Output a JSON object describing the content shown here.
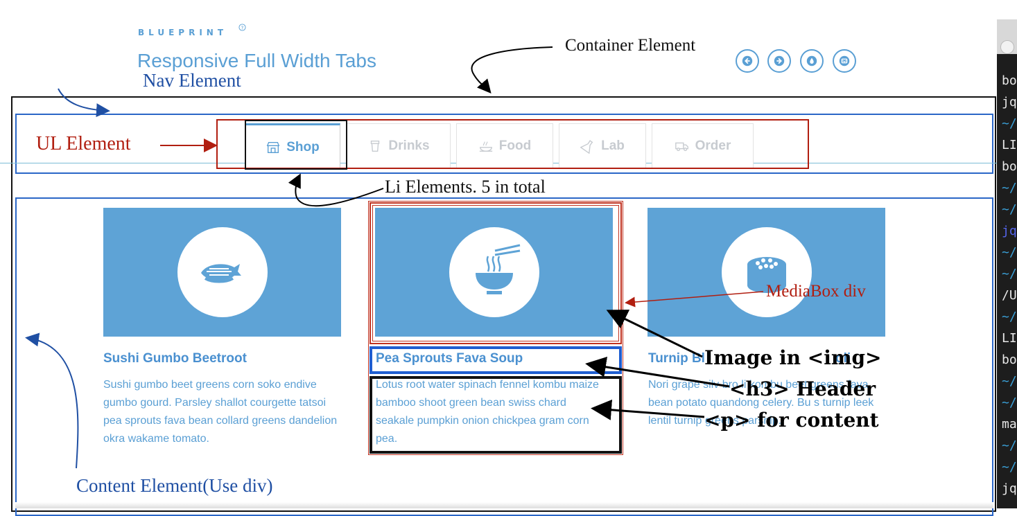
{
  "header": {
    "brand": "BLUEPRINT",
    "brand_sup": "?",
    "title": "Responsive Full Width Tabs"
  },
  "nav_buttons": [
    {
      "icon": "arrow-left-icon"
    },
    {
      "icon": "arrow-right-icon"
    },
    {
      "icon": "drop-icon"
    },
    {
      "icon": "inbox-icon"
    }
  ],
  "tabs": [
    {
      "label": "Shop",
      "icon": "shop-icon",
      "active": true
    },
    {
      "label": "Drinks",
      "icon": "cup-icon",
      "active": false
    },
    {
      "label": "Food",
      "icon": "food-icon",
      "active": false
    },
    {
      "label": "Lab",
      "icon": "lab-icon",
      "active": false
    },
    {
      "label": "Order",
      "icon": "truck-icon",
      "active": false
    }
  ],
  "cards": [
    {
      "title": "Sushi Gumbo Beetroot",
      "text": "Sushi gumbo beet greens corn soko endive gumbo gourd. Parsley shallot courgette tatsoi pea sprouts fava bean collard greens dandelion okra wakame tomato.",
      "icon": "fish-icon"
    },
    {
      "title": "Pea Sprouts Fava Soup",
      "text": "Lotus root water spinach fennel kombu maize bamboo shoot green bean swiss chard seakale pumpkin onion chickpea gram corn pea.",
      "icon": "noodle-bowl-icon"
    },
    {
      "title": "Turnip Bl",
      "title_tail": "oli",
      "text": "Nori grape silv bro li kombu beet greens fava bean potato quandong celery. Bu s turnip leek lentil turnip greens parsnip.",
      "icon": "sushi-icon"
    }
  ],
  "annotations": {
    "container": "Container Element",
    "nav": "Nav Element",
    "ul": "UL Element",
    "li": "Li Elements. 5 in total",
    "mediabox": "MediaBox div",
    "img": "Image in <img>",
    "h3": "<h3> Header",
    "p": "<p> for content",
    "content": "Content Element(Use div)"
  },
  "terminal_lines": [
    "bo",
    "jq",
    "~/",
    "LI",
    "bo",
    "~/",
    "~/",
    "jq",
    "~/",
    "~/",
    "/U",
    "~/",
    "LI",
    "bo",
    "~/",
    "~/",
    "ma",
    "~/",
    "~/",
    "jq"
  ],
  "colors": {
    "accent": "#5a9fd4",
    "media_bg": "#5ea3d6",
    "annot_red": "#b11e10",
    "annot_blue": "#1f4fa3"
  }
}
